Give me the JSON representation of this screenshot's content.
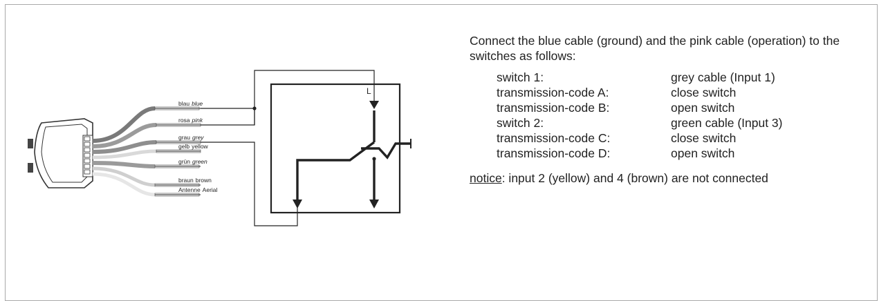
{
  "wires": [
    {
      "id": "blue",
      "de": "blau",
      "en": "blue",
      "en_italic": true,
      "color": "#7a7a7a"
    },
    {
      "id": "pink",
      "de": "rosa",
      "en": "pink",
      "en_italic": true,
      "color": "#9b9b9b"
    },
    {
      "id": "grey",
      "de": "grau",
      "en": "grey",
      "en_italic": true,
      "color": "#8e8e8e"
    },
    {
      "id": "yellow",
      "de": "gelb",
      "en": "yellow",
      "en_italic": false,
      "color": "#d9d9d9"
    },
    {
      "id": "green",
      "de": "grün",
      "en": "green",
      "en_italic": true,
      "color": "#9a9a9a"
    },
    {
      "id": "brown",
      "de": "braun",
      "en": "brown",
      "en_italic": false,
      "color": "#cfcfcf"
    },
    {
      "id": "aerial",
      "de": "Antenne",
      "en": "Aerial",
      "en_italic": false,
      "color": "#e6e6e6"
    }
  ],
  "switch_symbol": {
    "terminal_label": "L"
  },
  "instructions": {
    "intro": "Connect the blue cable (ground) and the pink cable (operation) to the switches as follows:",
    "rows": [
      {
        "label": "switch 1:",
        "value": "grey cable (Input 1)"
      },
      {
        "label": "transmission-code A:",
        "value": "close switch"
      },
      {
        "label": "transmission-code B:",
        "value": "open switch"
      },
      {
        "label": "switch 2:",
        "value": "green cable (Input 3)"
      },
      {
        "label": "transmission-code C:",
        "value": "close switch"
      },
      {
        "label": "transmission-code D:",
        "value": "open switch"
      }
    ],
    "notice_word": "notice",
    "notice_rest": ": input 2 (yellow) and 4 (brown) are not connected"
  },
  "colors": {
    "frame": "#a9a9a9",
    "line": "#222222",
    "cable_dark": "#7a7a7a",
    "cable_light": "#d9d9d9"
  }
}
